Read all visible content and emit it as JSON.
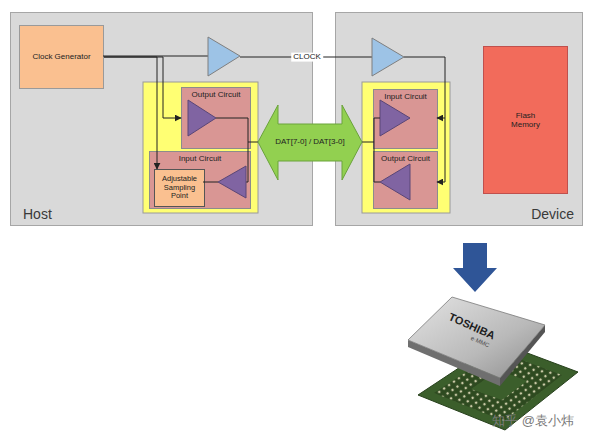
{
  "diagram": {
    "nodes": [
      {
        "text": [
          "Host"
        ]
      },
      {
        "text": [
          "Clock Generator"
        ],
        "in": 0
      },
      {
        "text": [
          "Output Circuit"
        ],
        "in": 0
      },
      {
        "text": [
          "Input Circuit"
        ],
        "in": 0
      },
      {
        "text": [
          "Adjustable Sampling Point"
        ],
        "in": 3
      },
      {
        "text": [
          "Device"
        ]
      },
      {
        "text": [
          "Input Circuit"
        ],
        "in": 5
      },
      {
        "text": [
          "Output Circuit"
        ],
        "in": 5
      },
      {
        "text": [
          "Flash Memory"
        ],
        "in": 5
      }
    ],
    "edges": [
      {
        "from": 1,
        "to": 2,
        "arrow": "to"
      },
      {
        "from": 1,
        "to": 4,
        "arrow": "to"
      }
    ],
    "labels": [
      "CLOCK",
      "DAT[7-0] / DAT[3-0]",
      "TOSHIBA",
      "e·MMC",
      "知乎 @袁小炜"
    ]
  }
}
